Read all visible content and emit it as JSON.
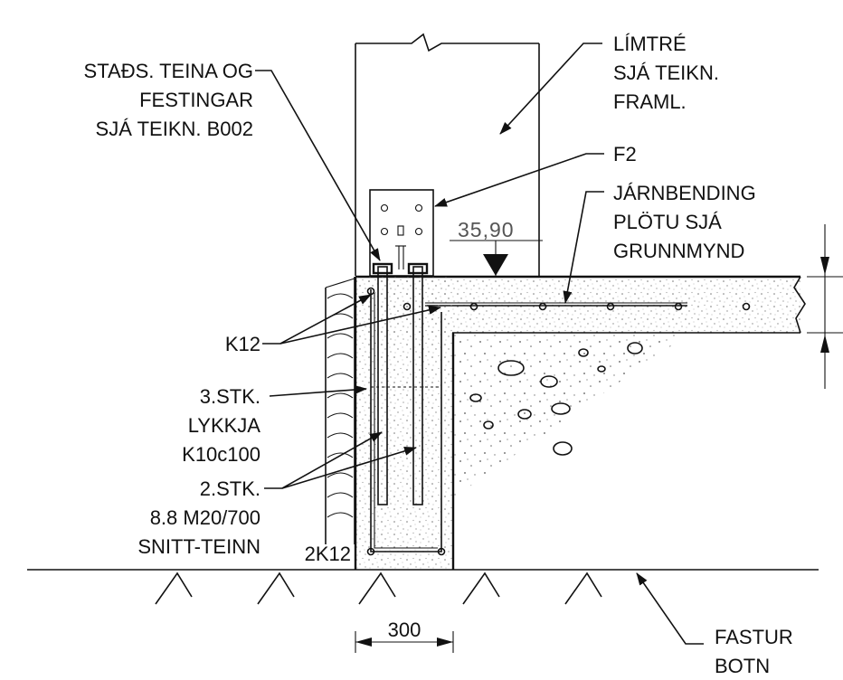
{
  "labels": {
    "stads_line1": "STAÐS. TEINA OG",
    "stads_line2": "FESTINGAR",
    "stads_line3": "SJÁ TEIKN. B002",
    "limtre_line1": "LÍMTRÉ",
    "limtre_line2": "SJÁ TEIKN.",
    "limtre_line3": "FRAML.",
    "f2": "F2",
    "jarn_line1": "JÁRNBENDING",
    "jarn_line2": "PLÖTU SJÁ",
    "jarn_line3": "GRUNNMYND",
    "elevation": "35,90",
    "k12": "K12",
    "lykkja_line1": "3.STK.",
    "lykkja_line2": "LYKKJA",
    "lykkja_line3": "K10c100",
    "teinn_line1": "2.STK.",
    "teinn_line2": "8.8 M20/700",
    "teinn_line3": "SNITT-TEINN",
    "k12_2": "2K12",
    "dim_300": "300",
    "fastur_line1": "FASTUR",
    "fastur_line2": "BOTN"
  },
  "colors": {
    "ink": "#111111",
    "concrete_speckle": "#888888",
    "background": "#ffffff"
  }
}
